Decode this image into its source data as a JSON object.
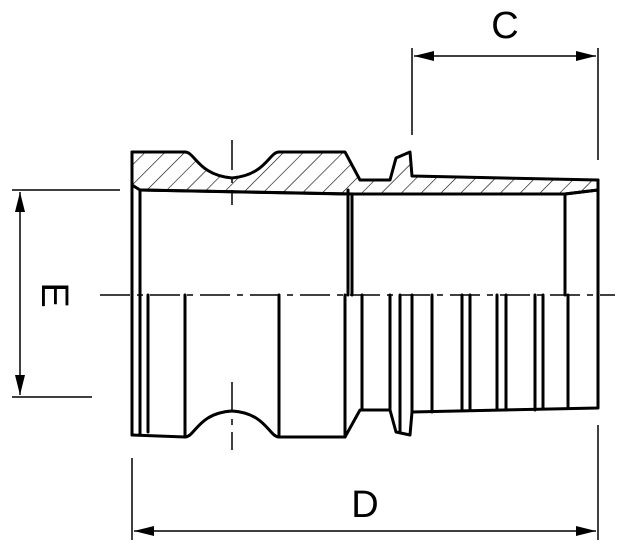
{
  "dimensions": {
    "c": "C",
    "d": "D",
    "e": "E"
  }
}
